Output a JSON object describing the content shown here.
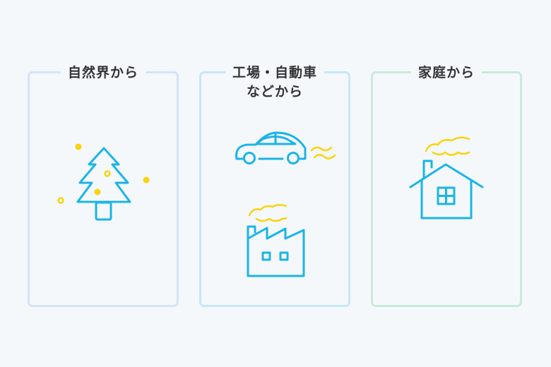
{
  "panels": [
    {
      "title": "自然界から",
      "icon": "tree-icon"
    },
    {
      "title_line1": "工場・自動車",
      "title_line2": "などから",
      "icons": [
        "car-icon",
        "factory-icon"
      ]
    },
    {
      "title": "家庭から",
      "icon": "house-icon"
    }
  ],
  "colors": {
    "icon": "#1ab4e8",
    "accent": "#f9d40a",
    "text": "#333333"
  }
}
